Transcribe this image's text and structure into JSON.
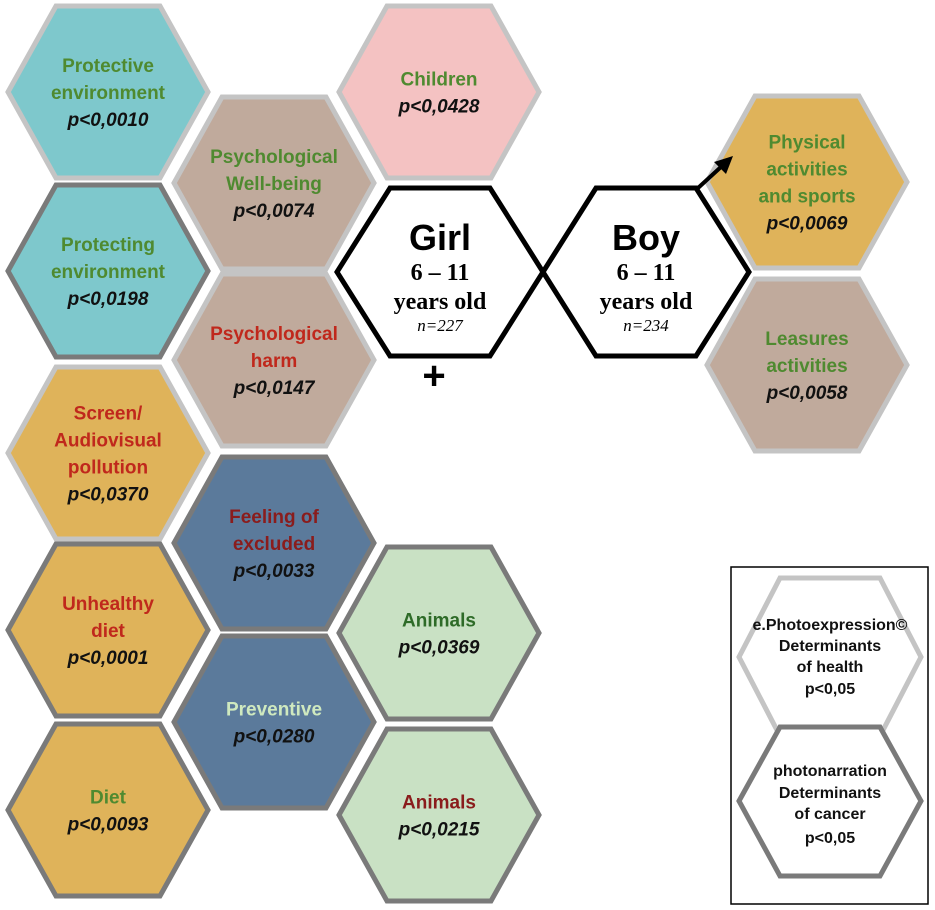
{
  "colors": {
    "teal": "#7ec8cc",
    "pink": "#f4c2c2",
    "taupe": "#c0aa9c",
    "mustard": "#dfb35a",
    "slate": "#5b7a9b",
    "mint": "#c9e1c4",
    "green_text": "#4f8a30",
    "red_text": "#c0281c",
    "darkred_text": "#8a1c1c",
    "darkgreen_text": "#2e6b28",
    "lightgreen_text": "#cfe9bf",
    "border_light": "#c4c4c4",
    "border_dark": "#7a7a7a"
  },
  "hexagons": [
    {
      "id": "protective-environment",
      "lines": [
        "Protective",
        "environment"
      ],
      "p": "p<0,0010",
      "fill": "teal",
      "text_color": "green_text",
      "border": "light"
    },
    {
      "id": "children",
      "lines": [
        "Children"
      ],
      "p": "p<0,0428",
      "fill": "pink",
      "text_color": "green_text",
      "border": "light"
    },
    {
      "id": "psychological-well-being",
      "lines": [
        "Psychological",
        "Well-being"
      ],
      "p": "p<0,0074",
      "fill": "taupe",
      "text_color": "green_text",
      "border": "light"
    },
    {
      "id": "protecting-environment",
      "lines": [
        "Protecting",
        "environment"
      ],
      "p": "p<0,0198",
      "fill": "teal",
      "text_color": "green_text",
      "border": "dark"
    },
    {
      "id": "psychological-harm",
      "lines": [
        "Psychological",
        "harm"
      ],
      "p": "p<0,0147",
      "fill": "taupe",
      "text_color": "red_text",
      "border": "light"
    },
    {
      "id": "screen-audiovisual-pollution",
      "lines": [
        "Screen/",
        "Audiovisual",
        "pollution"
      ],
      "p": "p<0,0370",
      "fill": "mustard",
      "text_color": "red_text",
      "border": "light"
    },
    {
      "id": "feeling-of-excluded",
      "lines": [
        "Feeling of",
        "excluded"
      ],
      "p": "p<0,0033",
      "fill": "slate",
      "text_color": "darkred_text",
      "border": "dark"
    },
    {
      "id": "unhealthy-diet",
      "lines": [
        "Unhealthy",
        "diet"
      ],
      "p": "p<0,0001",
      "fill": "mustard",
      "text_color": "red_text",
      "border": "dark"
    },
    {
      "id": "animals-1",
      "lines": [
        "Animals"
      ],
      "p": "p<0,0369",
      "fill": "mint",
      "text_color": "darkgreen_text",
      "border": "dark"
    },
    {
      "id": "preventive",
      "lines": [
        "Preventive"
      ],
      "p": "p<0,0280",
      "fill": "slate",
      "text_color": "lightgreen_text",
      "border": "dark"
    },
    {
      "id": "diet",
      "lines": [
        "Diet"
      ],
      "p": "p<0,0093",
      "fill": "mustard",
      "text_color": "green_text",
      "border": "dark"
    },
    {
      "id": "animals-2",
      "lines": [
        "Animals"
      ],
      "p": "p<0,0215",
      "fill": "mint",
      "text_color": "darkred_text",
      "border": "dark"
    },
    {
      "id": "physical-activities-and-sports",
      "lines": [
        "Physical",
        "activities",
        "and sports"
      ],
      "p": "p<0,0069",
      "fill": "mustard",
      "text_color": "green_text",
      "border": "light"
    },
    {
      "id": "leasures-activities",
      "lines": [
        "Leasures",
        "activities"
      ],
      "p": "p<0,0058",
      "fill": "taupe",
      "text_color": "green_text",
      "border": "light"
    }
  ],
  "center": {
    "girl": {
      "title": "Girl",
      "age": "6 – 11",
      "unit": "years old",
      "n": "n=227"
    },
    "boy": {
      "title": "Boy",
      "age": "6 – 11",
      "unit": "years old",
      "n": "n=234"
    },
    "plus": "+"
  },
  "legend": {
    "light": {
      "lines": [
        "e.Photoexpression©",
        "Determinants",
        "of health",
        "p<0,05"
      ]
    },
    "dark": {
      "lines": [
        "photonarration",
        "Determinants",
        "of cancer",
        "p<0,05"
      ]
    }
  }
}
